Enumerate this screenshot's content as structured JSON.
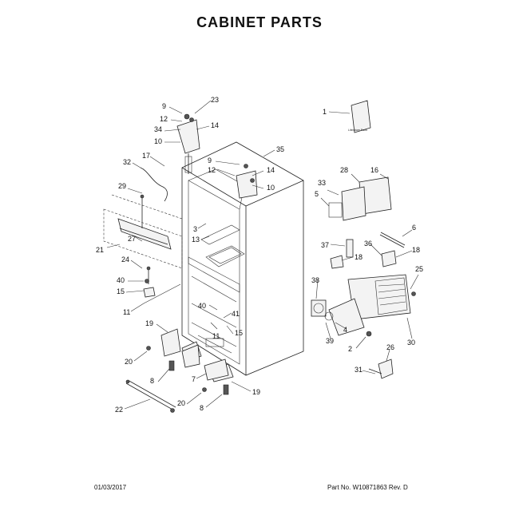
{
  "title": "CABINET PARTS",
  "footer": {
    "date": "01/03/2017",
    "part_no": "Part No. W10871863  Rev. D"
  },
  "literature_label": "Literature Parts",
  "callouts": [
    "9",
    "23",
    "12",
    "34",
    "14",
    "10",
    "17",
    "35",
    "32",
    "29",
    "12",
    "9",
    "14",
    "10",
    "33",
    "28",
    "16",
    "1",
    "5",
    "6",
    "3",
    "13",
    "37",
    "36",
    "18",
    "21",
    "27",
    "24",
    "40",
    "15",
    "18",
    "38",
    "25",
    "11",
    "40",
    "41",
    "11",
    "15",
    "19",
    "4",
    "39",
    "30",
    "20",
    "2",
    "26",
    "7",
    "8",
    "31",
    "19",
    "20",
    "8",
    "22"
  ]
}
